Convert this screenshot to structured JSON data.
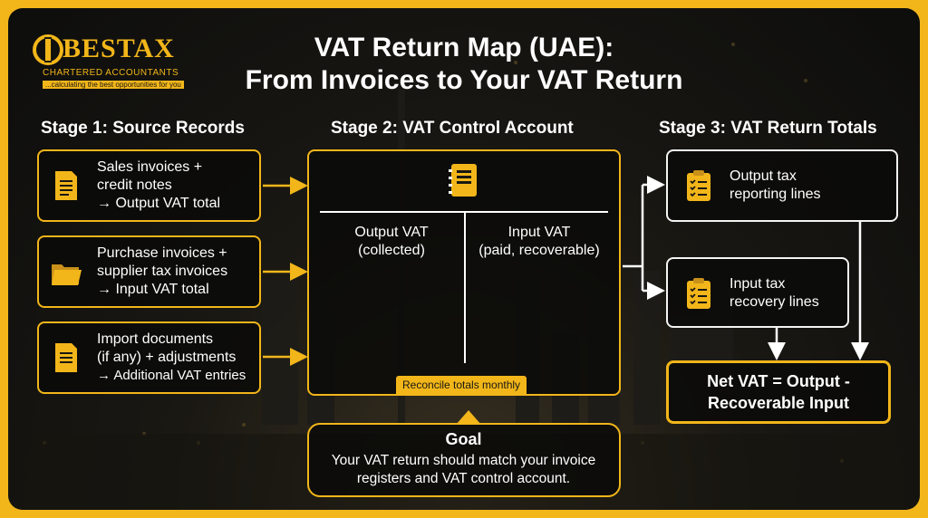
{
  "logo": {
    "brand": "BESTAX",
    "line1": "CHARTERED ACCOUNTANTS",
    "line2": "...calculating the best opportunities for you"
  },
  "title": {
    "line1": "VAT Return Map (UAE):",
    "line2": "From Invoices to Your VAT Return"
  },
  "stages": {
    "stage1": "Stage 1: Source Records",
    "stage2": "Stage 2: VAT Control Account",
    "stage3": "Stage 3: VAT Return Totals"
  },
  "sources": [
    {
      "icon": "document-icon",
      "line1": "Sales invoices +",
      "line2": "credit notes",
      "line3": "→ Output VAT total"
    },
    {
      "icon": "folder-icon",
      "line1": "Purchase invoices +",
      "line2": "supplier tax invoices",
      "line3": "→ Input VAT total"
    },
    {
      "icon": "document-icon",
      "line1": "Import documents",
      "line2": "(if any) + adjustments",
      "line3": "→ Additional VAT entries"
    }
  ],
  "control": {
    "icon": "ledger-icon",
    "left_line1": "Output VAT",
    "left_line2": "(collected)",
    "right_line1": "Input VAT",
    "right_line2": "(paid, recoverable)",
    "reconcile": "Reconcile totals monthly"
  },
  "returns": [
    {
      "icon": "clipboard-checklist-icon",
      "line1": "Output tax",
      "line2": "reporting lines"
    },
    {
      "icon": "clipboard-checklist-icon",
      "line1": "Input tax",
      "line2": "recovery lines"
    }
  ],
  "net": {
    "line1": "Net VAT = Output -",
    "line2": "Recoverable Input"
  },
  "goal": {
    "title": "Goal",
    "line1": "Your VAT return should match your invoice",
    "line2": "registers and VAT control account."
  },
  "colors": {
    "accent": "#f2b61a",
    "background": "#121210",
    "text": "#ffffff"
  }
}
